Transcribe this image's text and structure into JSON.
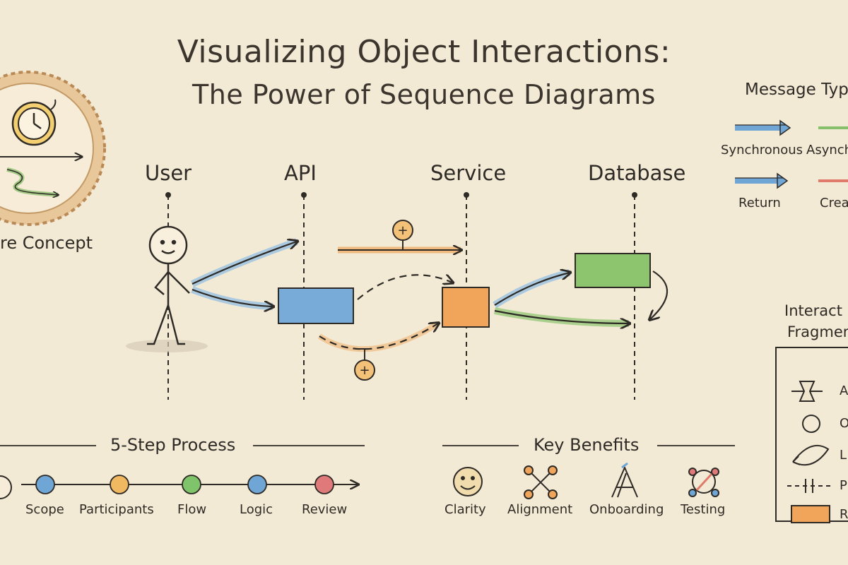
{
  "title": {
    "line1": "Visualizing Object Interactions:",
    "line2": "The Power of Sequence Diagrams"
  },
  "core_concept": {
    "label": "re Concept",
    "icon": "clock-timeline-icon"
  },
  "participants": [
    "User",
    "API",
    "Service",
    "Database"
  ],
  "message_types": {
    "heading": "Message Typ",
    "items": [
      {
        "label": "Synchronous",
        "color": "#6fa6d6"
      },
      {
        "label": "Asynch",
        "color": "#7fb56a"
      },
      {
        "label": "Return",
        "color": "#6fa6d6"
      },
      {
        "label": "Crea",
        "color": "#e07a6a"
      }
    ]
  },
  "fragments": {
    "heading_line1": "Interact",
    "heading_line2": "Fragmen",
    "items": [
      {
        "label": "A",
        "icon": "alt-fragment-icon"
      },
      {
        "label": "O",
        "icon": "opt-circle-icon"
      },
      {
        "label": "L",
        "icon": "loop-icon"
      },
      {
        "label": "P",
        "icon": "par-icon"
      },
      {
        "label": "R",
        "icon": "ref-box-icon"
      }
    ]
  },
  "process": {
    "heading": "5-Step Process",
    "steps": [
      {
        "label": "Scope",
        "color": "#6fa6d6"
      },
      {
        "label": "Participants",
        "color": "#f0b860"
      },
      {
        "label": "Flow",
        "color": "#7fc46a"
      },
      {
        "label": "Logic",
        "color": "#6fa6d6"
      },
      {
        "label": "Review",
        "color": "#e07a7a"
      }
    ]
  },
  "benefits": {
    "heading": "Key Benefits",
    "items": [
      {
        "label": "Clarity",
        "icon": "smiley-icon"
      },
      {
        "label": "Alignment",
        "icon": "alignment-icon"
      },
      {
        "label": "Onboarding",
        "icon": "onboarding-icon"
      },
      {
        "label": "Testing",
        "icon": "testing-icon"
      }
    ]
  },
  "colors": {
    "background": "#f3ead6",
    "blue": "#6fa6d6",
    "orange": "#f0a55a",
    "green": "#86c06a",
    "ink": "#2e2a25"
  }
}
